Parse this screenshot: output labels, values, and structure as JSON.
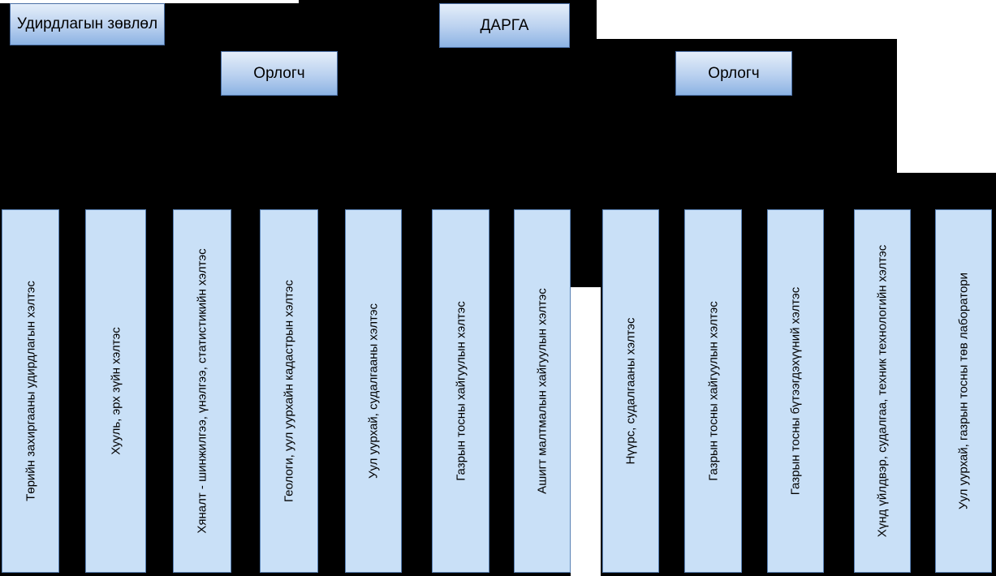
{
  "chart": {
    "title_text": "",
    "background_color": "#000000",
    "box_fill_top": "#dbe8f7",
    "box_fill_bottom_gradient": "#8cb3e3",
    "dept_fill": "#c9e0f7",
    "border_color": "#5a82b5"
  },
  "top_level": {
    "council": {
      "label": "Удирдлагын зөвлөл"
    },
    "director": {
      "label": "ДАРГА"
    },
    "deputy_left": {
      "label": "Орлогч"
    },
    "deputy_right": {
      "label": "Орлогч"
    }
  },
  "departments": [
    {
      "label": "Төрийн захиргааны удирдлагын хэлтэс"
    },
    {
      "label": "Хууль, эрх зүйн хэлтэс"
    },
    {
      "label": "Хяналт - шинжилгээ, үнэлгээ, статистикийн хэлтэс"
    },
    {
      "label": "Геологи, уул уурхайн кадастрын хэлтэс"
    },
    {
      "label": "Уул уурхай, судалгааны хэлтэс"
    },
    {
      "label": "Газрын тосны хайгуулын хэлтэс"
    },
    {
      "label": "Ашигт малтмалын хайгуулын хэлтэс"
    },
    {
      "label": "Нүүрс, судалгааны хэлтэс"
    },
    {
      "label": "Газрын тосны хайгуулын хэлтэс"
    },
    {
      "label": "Газрын тосны бүтээгдэхүүний хэлтэс"
    },
    {
      "label": "Хүнд үйлдвэр, судалгаа, техник технологийн хэлтэс"
    },
    {
      "label": "Уул уурхай, газрын тосны төв лаборатори"
    }
  ]
}
